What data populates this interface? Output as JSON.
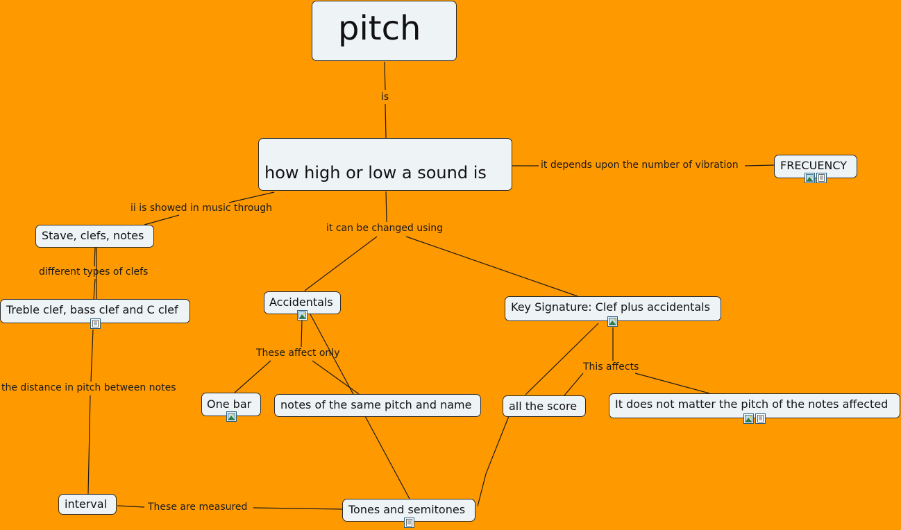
{
  "concepts": {
    "pitch": "pitch",
    "how_high": "how  high or low a sound is",
    "frecuency": "FRECUENCY",
    "stave": "Stave, clefs, notes",
    "treble": "Treble clef, bass clef and C clef",
    "accidentals": "Accidentals",
    "key_signature": "Key Signature: Clef plus accidentals",
    "one_bar": "One bar",
    "same_pitch": "notes of the same pitch and name",
    "all_score": "all the score",
    "does_not_matter": "It does not matter the pitch of the notes affected",
    "interval": "interval",
    "tones": "Tones and semitones"
  },
  "link_labels": {
    "is": "is",
    "depends": "it depends upon the number of vibration",
    "showed": "ii is showed in music through",
    "changed": "it can be changed using",
    "clef_types": "different types of clefs",
    "affect_only": "These affect only",
    "this_affects": "This affects",
    "distance": "the distance in pitch between notes",
    "measured": "These are measured"
  },
  "icons": {
    "image": "image-resource-icon",
    "document": "document-resource-icon"
  },
  "colors": {
    "background": "#ff9900",
    "node_fill": "#eef3f6",
    "node_border": "#2b2b2b",
    "line": "#1a1a1a"
  }
}
